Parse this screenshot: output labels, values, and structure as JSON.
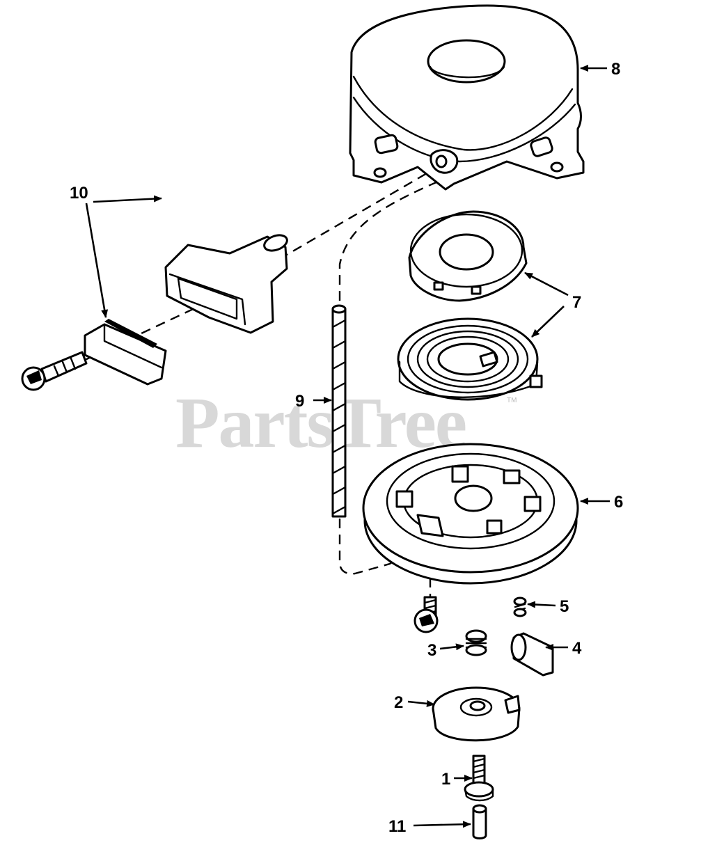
{
  "watermark": {
    "text": "PartsTree",
    "mark": "TM"
  },
  "callouts": {
    "c1": "1",
    "c2": "2",
    "c3": "3",
    "c4": "4",
    "c5": "5",
    "c6": "6",
    "c7": "7",
    "c8": "8",
    "c9": "9",
    "c10": "10",
    "c11": "11"
  },
  "colors": {
    "line": "#000000",
    "background": "#ffffff",
    "watermark": "#b9b9b9"
  }
}
